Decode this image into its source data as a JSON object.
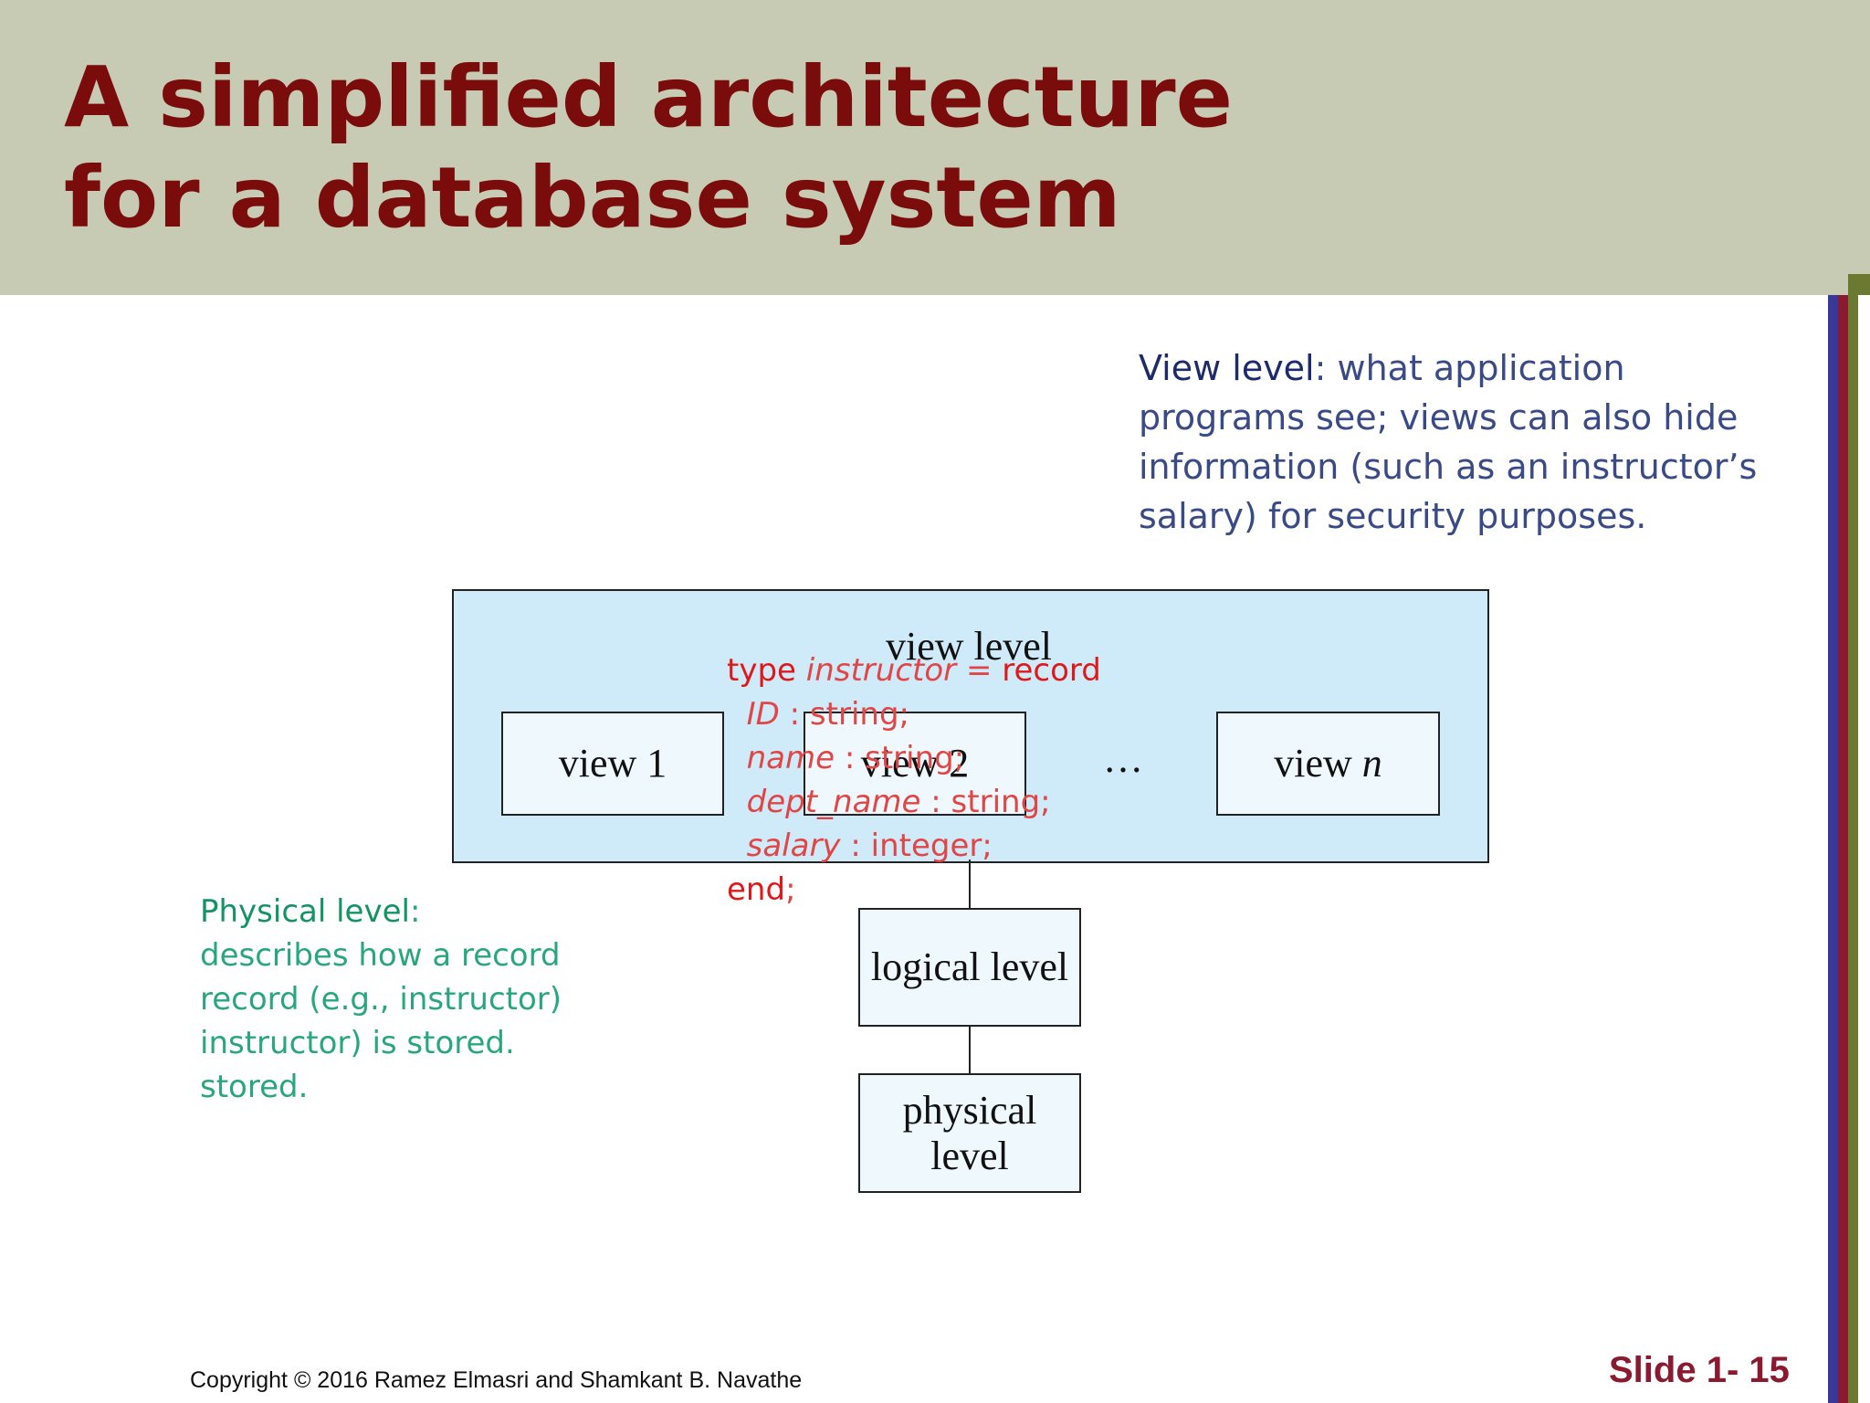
{
  "title": "A simplified  architecture for a database system",
  "view_note": {
    "lead": "View  level",
    "text": ": what application programs see; views can also hide information (such as an instructor’s salary) for security purposes."
  },
  "physical_note": {
    "lead": "Physical level",
    "text": ":\ndescribes how a record\nrecord (e.g., instructor)\ninstructor) is stored.\nstored."
  },
  "code": {
    "type_kw": "type",
    "type_name": "instructor",
    "eq": " = ",
    "record_kw": "record",
    "fields": [
      {
        "name": "ID",
        "sep": " : ",
        "type": "string;"
      },
      {
        "name": "name",
        "sep": " : ",
        "type": "string;"
      },
      {
        "name": "dept_name",
        "sep": " : ",
        "type": "string;"
      },
      {
        "name": "salary",
        "sep": " : ",
        "type": "integer;"
      }
    ],
    "end_kw": "end",
    "end_punct": ";"
  },
  "diagram": {
    "outer_label": "view level",
    "view1": "view 1",
    "view2": "view 2",
    "dots": "…",
    "viewn_prefix": "view ",
    "viewn_var": "n",
    "logical": "logical level",
    "physical": "physical level"
  },
  "footer": {
    "copyright": "Copyright © 2016 Ramez Elmasri and Shamkant B. Navathe",
    "slide": "Slide 1- 15"
  },
  "colors": {
    "header_bg": "#c8cbb4",
    "title": "#7a0c0c",
    "view_note": "#3a4a86",
    "physical_note": "#29a77c",
    "code": "#e24545",
    "box_fill": "#cfeaf8"
  }
}
